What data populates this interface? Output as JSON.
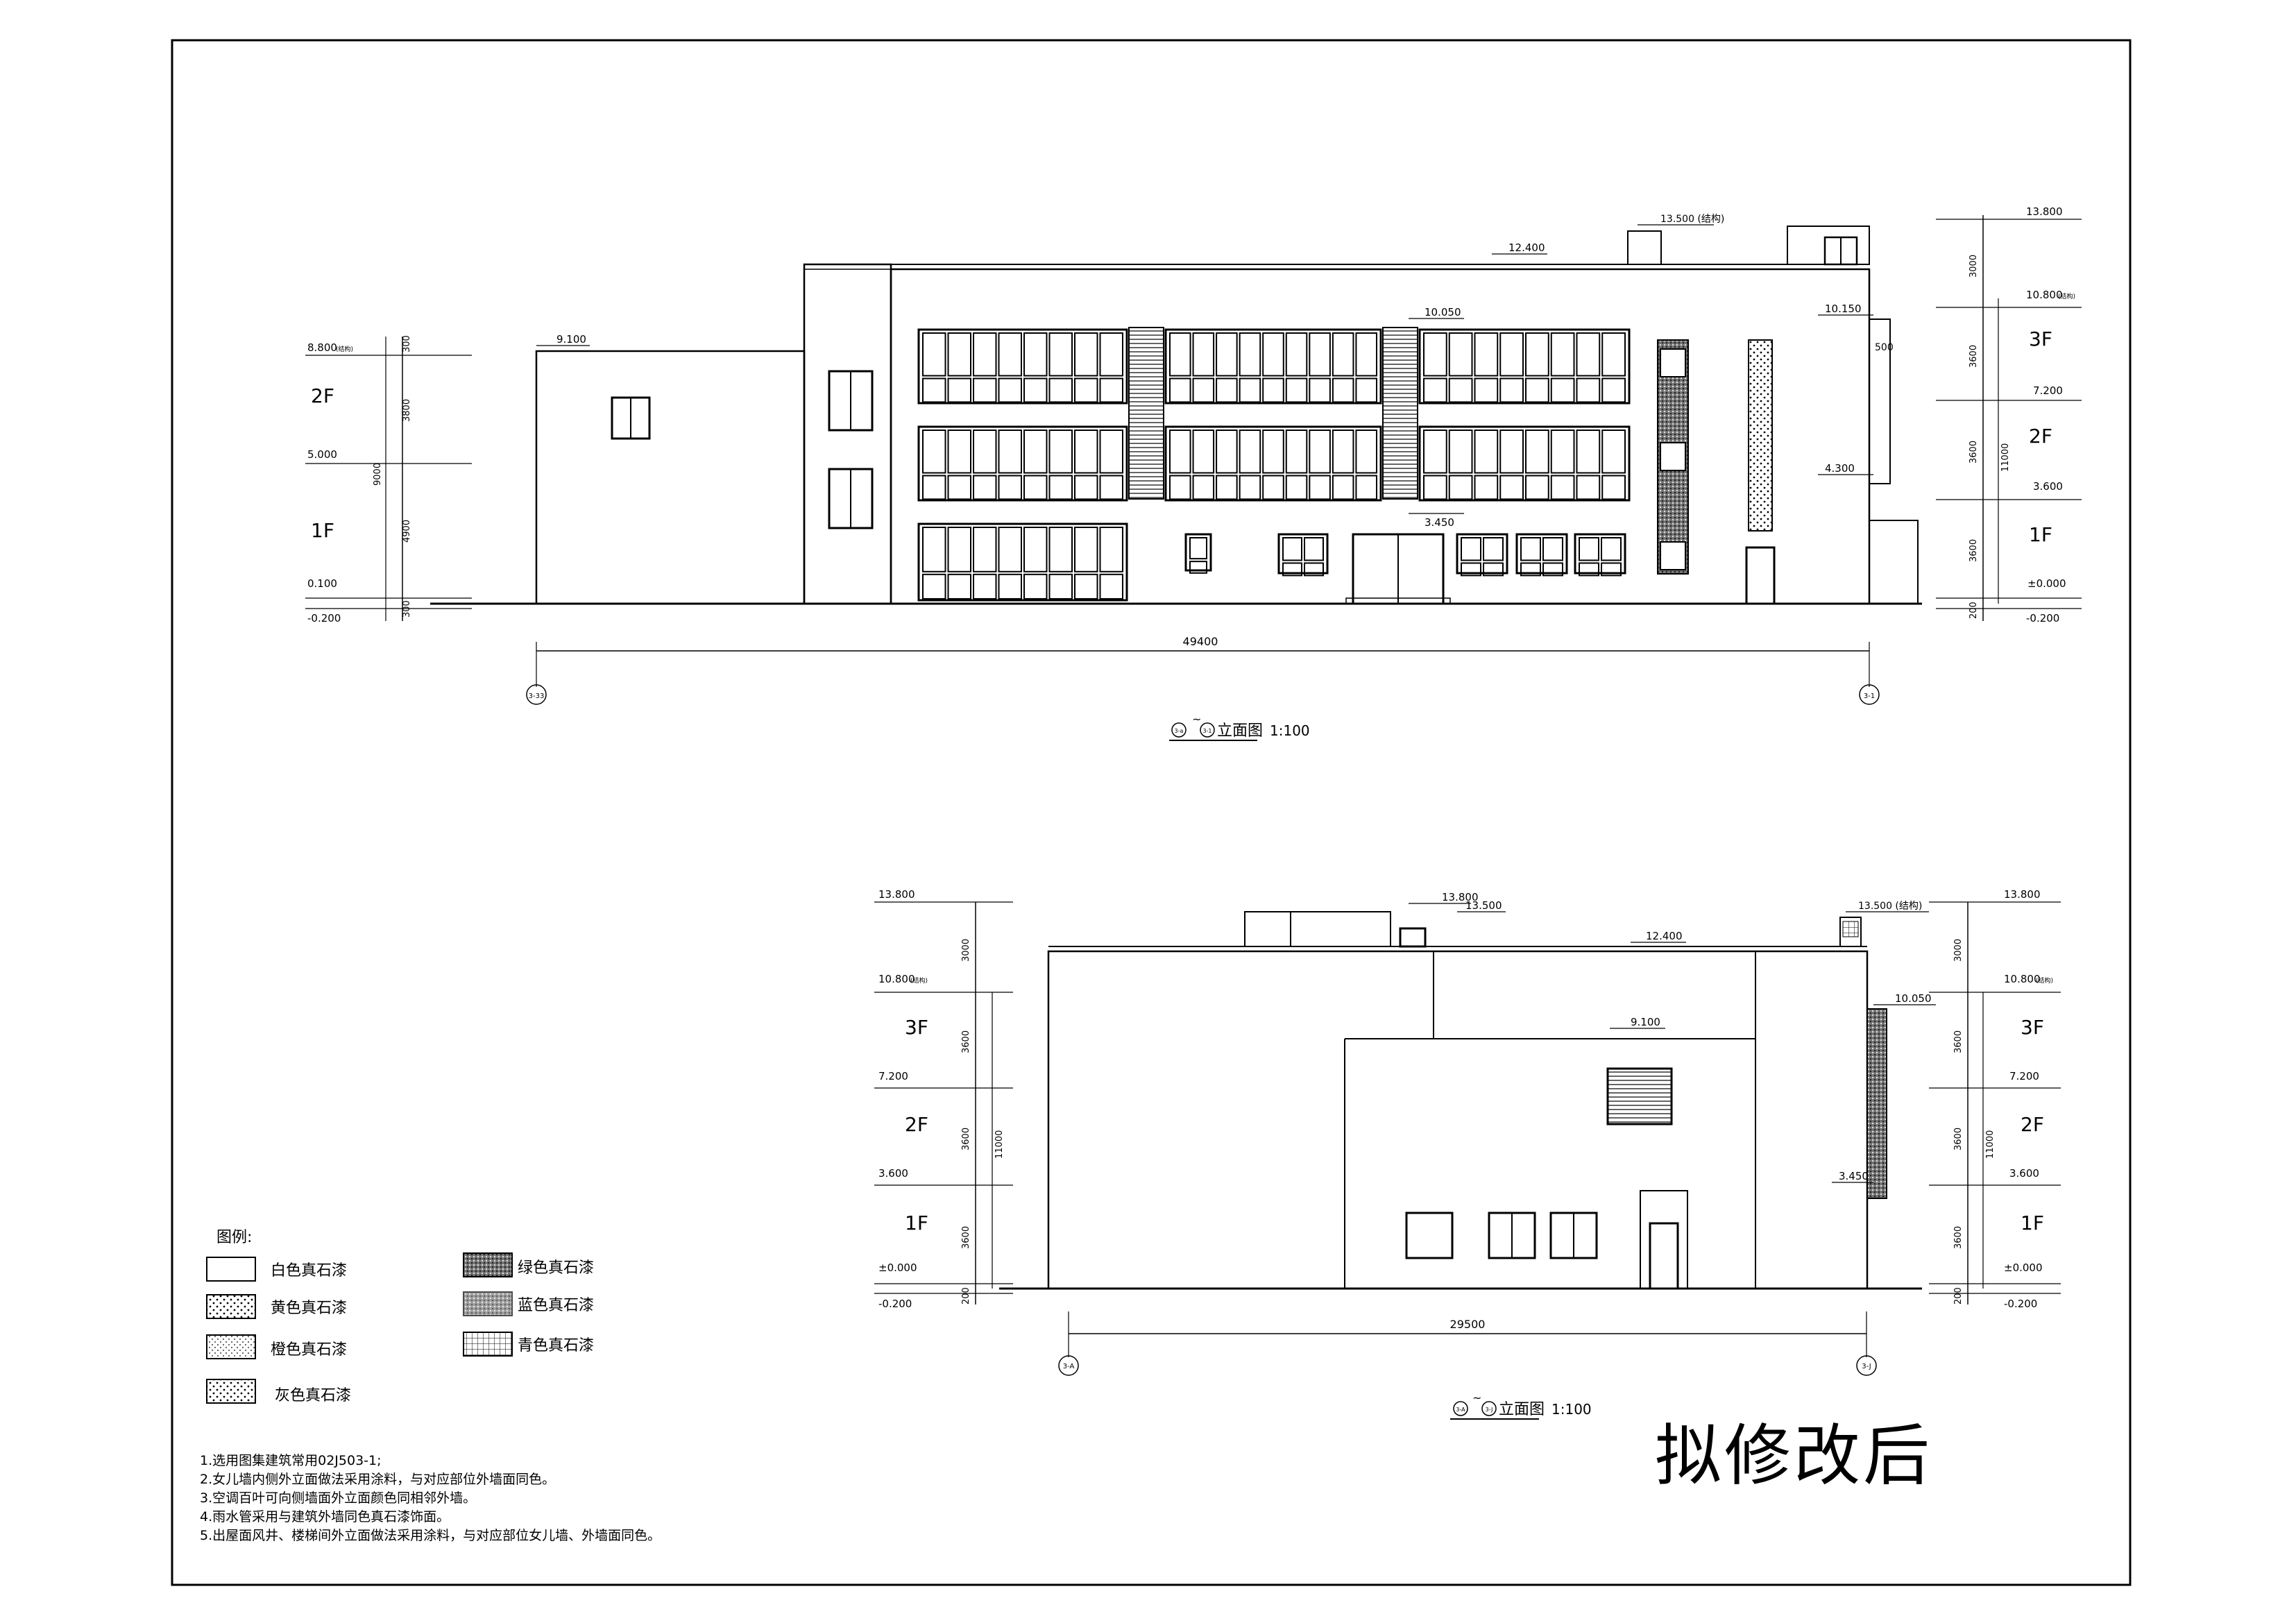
{
  "top_elevation": {
    "title_prefix": "3-a",
    "title_suffix": "3-1",
    "title_name": "立面图",
    "scale": "1:100",
    "total_width": "49400",
    "axis_left": "3-33",
    "axis_right": "3-1",
    "left_levels": [
      {
        "label": "8.800",
        "note": "(结构)"
      },
      {
        "label": "5.000",
        "note": ""
      },
      {
        "label": "0.100",
        "note": ""
      },
      {
        "label": "-0.200",
        "note": ""
      }
    ],
    "left_floors": [
      "2F",
      "1F"
    ],
    "left_dims": [
      "300",
      "3800",
      "4900",
      "300"
    ],
    "left_total": "9000",
    "right_levels": [
      {
        "label": "13.800",
        "note": ""
      },
      {
        "label": "10.800",
        "note": "(结构)"
      },
      {
        "label": "7.200",
        "note": ""
      },
      {
        "label": "3.600",
        "note": ""
      },
      {
        "label": "±0.000",
        "note": ""
      },
      {
        "label": "-0.200",
        "note": ""
      }
    ],
    "right_floors": [
      "3F",
      "2F",
      "1F"
    ],
    "right_dims": [
      "3000",
      "3600",
      "3600",
      "3600",
      "200"
    ],
    "right_total": "11000",
    "elev_marks": [
      "9.100",
      "12.400",
      "13.500 (结构)",
      "10.050",
      "10.150",
      "500",
      "4.300",
      "3.450"
    ]
  },
  "bottom_elevation": {
    "title_prefix": "3-A",
    "title_suffix": "3-J",
    "title_name": "立面图",
    "scale": "1:100",
    "total_width": "29500",
    "axis_left": "3-A",
    "axis_right": "3-J",
    "left_levels": [
      {
        "label": "13.800",
        "note": ""
      },
      {
        "label": "10.800",
        "note": "(结构)"
      },
      {
        "label": "7.200",
        "note": ""
      },
      {
        "label": "3.600",
        "note": ""
      },
      {
        "label": "±0.000",
        "note": ""
      },
      {
        "label": "-0.200",
        "note": ""
      }
    ],
    "left_floors": [
      "3F",
      "2F",
      "1F"
    ],
    "left_dims": [
      "3000",
      "3600",
      "3600",
      "3600",
      "200"
    ],
    "left_total": "11000",
    "right_levels": [
      {
        "label": "13.800",
        "note": ""
      },
      {
        "label": "10.800",
        "note": "(结构)"
      },
      {
        "label": "7.200",
        "note": ""
      },
      {
        "label": "3.600",
        "note": ""
      },
      {
        "label": "±0.000",
        "note": ""
      },
      {
        "label": "-0.200",
        "note": ""
      }
    ],
    "right_floors": [
      "3F",
      "2F",
      "1F"
    ],
    "right_dims": [
      "3000",
      "3600",
      "3600",
      "3600",
      "200"
    ],
    "right_total": "11000",
    "elev_marks": [
      "13.800",
      "13.500",
      "12.400",
      "13.500 (结构)",
      "9.100",
      "10.050",
      "3.450"
    ]
  },
  "legend": {
    "title": "图例:",
    "items": [
      {
        "label": "白色真石漆",
        "pattern": "white"
      },
      {
        "label": "黄色真石漆",
        "pattern": "yellow"
      },
      {
        "label": "橙色真石漆",
        "pattern": "orange"
      },
      {
        "label": "灰色真石漆",
        "pattern": "gray"
      },
      {
        "label": "绿色真石漆",
        "pattern": "green"
      },
      {
        "label": "蓝色真石漆",
        "pattern": "blue"
      },
      {
        "label": "青色真石漆",
        "pattern": "cyan"
      }
    ]
  },
  "notes": [
    "1.选用图集建筑常用02J503-1;",
    "2.女儿墙内侧外立面做法采用涂料，与对应部位外墙面同色。",
    "3.空调百叶可向侧墙面外立面颜色同相邻外墙。",
    "4.雨水管采用与建筑外墙同色真石漆饰面。",
    "5.出屋面风井、楼梯间外立面做法采用涂料，与对应部位女儿墙、外墙面同色。"
  ],
  "stamp": "拟修改后"
}
